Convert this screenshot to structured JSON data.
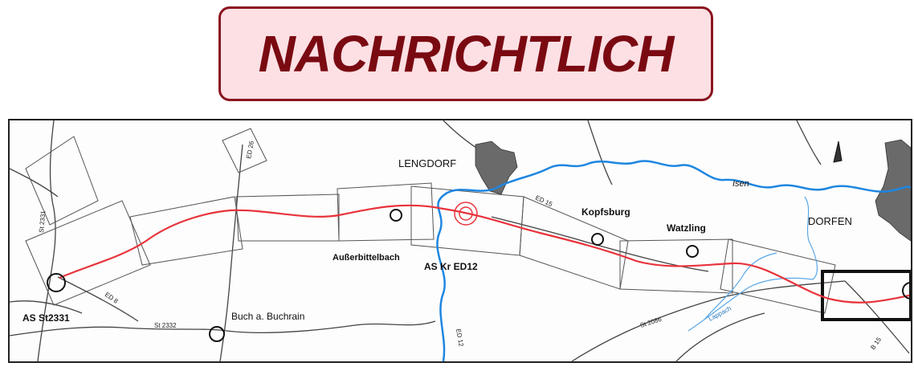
{
  "banner": {
    "text": "NACHRICHTLICH"
  },
  "map": {
    "places": {
      "lengdorf": "LENGDORF",
      "kopfsburg": "Kopfsburg",
      "watzling": "Watzling",
      "dorfen": "DORFEN",
      "ausserbittelbach": "Außerbittelbach",
      "as_kr_ed12": "AS Kr ED12",
      "buch": "Buch a. Buchrain",
      "as_st2331": "AS St2331"
    },
    "roads": {
      "st2331": "St 2331",
      "ed8": "ED 8",
      "st2332": "St 2332",
      "ed26": "ED 26",
      "ed15": "ED 15",
      "st2086": "St 2086",
      "ed12": "ED 12",
      "b15": "B 15"
    },
    "rivers": {
      "isen": "Isen",
      "lappach": "Lappach"
    },
    "colors": {
      "route": "#e8333b",
      "river": "#1e86e0",
      "stream": "#5aa7e6",
      "road": "#444444",
      "settlement": "#555555",
      "frame": "#222222"
    }
  }
}
